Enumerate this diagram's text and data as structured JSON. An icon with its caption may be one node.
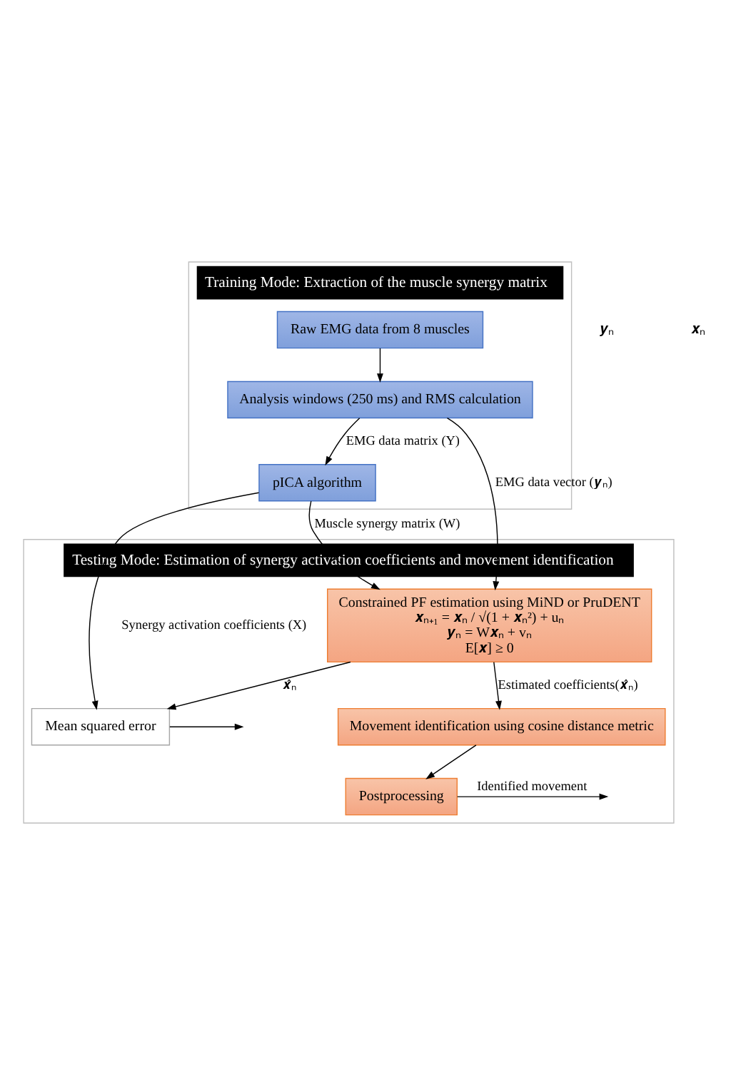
{
  "diagram": {
    "nodes": [
      {
        "text": [
          "Training Mode: Extraction of the muscle synergy matrix"
        ]
      },
      {
        "text": [
          "Raw EMG data from 8 muscles"
        ],
        "in": 0
      },
      {
        "text": [
          "Analysis windows (250 ms) and RMS calculation"
        ],
        "in": 0
      },
      {
        "text": [
          "pICA algorithm"
        ],
        "in": 0
      },
      {
        "text": [
          "Testing Mode: Estimation of synergy activation coefficients and movement identification"
        ]
      },
      {
        "text": [
          "Constrained PF estimation using MiND or PruDENT",
          "𝒙ₙ₊₁ = 𝒙ₙ / √(1 + 𝒙ₙ²) + uₙ",
          "𝒚ₙ = W𝒙ₙ + vₙ",
          "E[𝒙] ≥ 0"
        ],
        "in": 4
      },
      {
        "text": [
          "Mean squared error"
        ],
        "in": 4
      },
      {
        "text": [
          "Movement identification using cosine distance metric"
        ],
        "in": 4
      },
      {
        "text": [
          "Postprocessing"
        ],
        "in": 4
      }
    ],
    "edges": [
      {
        "from": 1,
        "to": 2,
        "arrow": "to"
      },
      {
        "from": 2,
        "to": 3,
        "arrow": "to",
        "label": "EMG data matrix (Y)"
      },
      {
        "from": 2,
        "to": 5,
        "arrow": "to",
        "label": "EMG data vector (𝒚ₙ)"
      },
      {
        "from": 3,
        "to": 5,
        "arrow": "to",
        "label": "Muscle synergy matrix (W)"
      },
      {
        "from": 3,
        "to": 6,
        "arrow": "to",
        "label": "Synergy activation coefficients (X)"
      },
      {
        "from": 5,
        "to": 6,
        "arrow": "to",
        "label": "𝒙̂ₙ"
      },
      {
        "from": 5,
        "to": 7,
        "arrow": "to",
        "label": "Estimated coefficients(𝒙̂ₙ)"
      },
      {
        "from": 7,
        "to": 8,
        "arrow": "to"
      },
      {
        "from": 6,
        "to": null,
        "arrow": "to"
      },
      {
        "from": 8,
        "to": null,
        "arrow": "to",
        "label": "Identified movement"
      }
    ],
    "labels": [
      "𝒚ₙ",
      "𝒙ₙ"
    ]
  }
}
